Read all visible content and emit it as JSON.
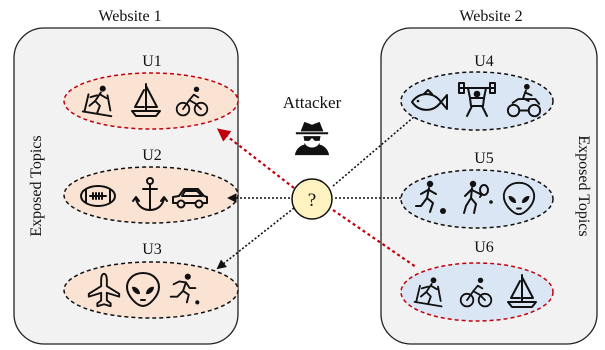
{
  "websites": [
    {
      "title": "Website 1",
      "side_label": "Exposed Topics",
      "users": [
        {
          "label": "U1",
          "highlight": true,
          "icons": [
            "cross-country-skiing-icon",
            "sailboat-icon",
            "cycling-icon"
          ]
        },
        {
          "label": "U2",
          "highlight": false,
          "icons": [
            "football-icon",
            "anchor-icon",
            "car-icon"
          ]
        },
        {
          "label": "U3",
          "highlight": false,
          "icons": [
            "airplane-icon",
            "alien-icon",
            "running-icon"
          ]
        }
      ]
    },
    {
      "title": "Website 2",
      "side_label": "Exposed Topics",
      "users": [
        {
          "label": "U4",
          "highlight": false,
          "icons": [
            "fish-icon",
            "weightlifting-icon",
            "atv-icon"
          ]
        },
        {
          "label": "U5",
          "highlight": false,
          "icons": [
            "soccer-icon",
            "tennis-icon",
            "alien-icon"
          ]
        },
        {
          "label": "U6",
          "highlight": true,
          "icons": [
            "cross-country-skiing-icon",
            "cycling-icon",
            "sailboat-icon"
          ]
        }
      ]
    }
  ],
  "attacker": {
    "label": "Attacker",
    "icon": "spy-icon",
    "query_symbol": "?"
  },
  "colors": {
    "website_box": "#f2f2f2",
    "website1_ellipse": "#fbe3d4",
    "website2_ellipse": "#dae6f3",
    "highlight_border": "#c0000b",
    "normal_border": "#111111",
    "query_circle": "#fef3c0",
    "highlight_arrow": "#c0000b",
    "normal_arrow": "#111111"
  }
}
